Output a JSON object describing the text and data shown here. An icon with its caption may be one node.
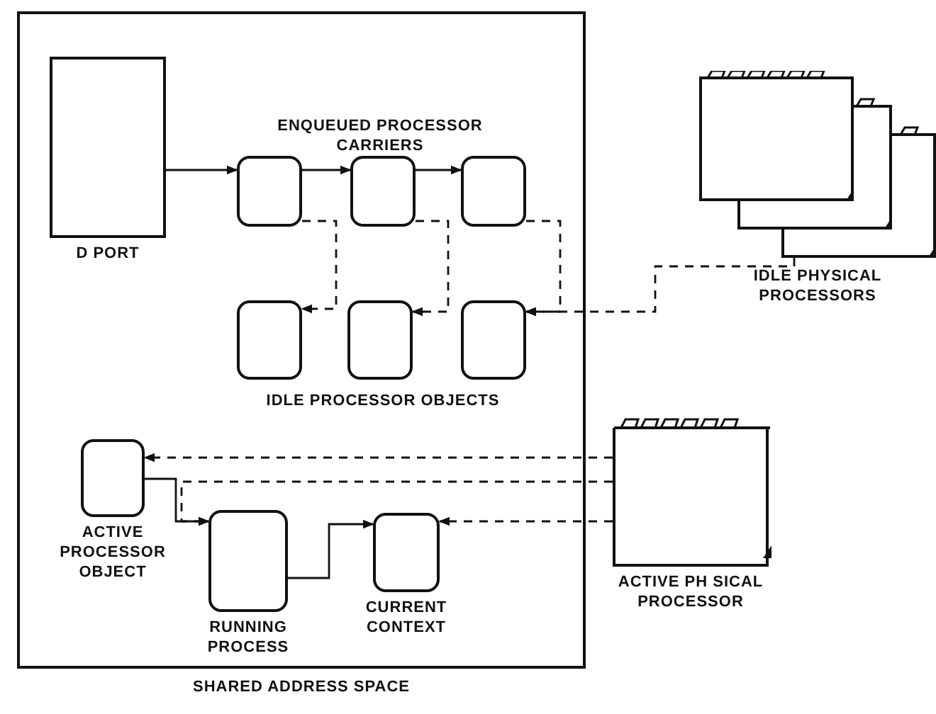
{
  "diagram": {
    "nodes": [
      {
        "text": [
          "SHARED ADDRESS SPACE"
        ]
      },
      {
        "text": [
          "D PORT"
        ],
        "in": 0
      },
      {
        "text": [],
        "shape": "box",
        "in": 0
      },
      {
        "text": [],
        "shape": "box",
        "in": 0
      },
      {
        "text": [],
        "shape": "box",
        "in": 0
      },
      {
        "text": [],
        "shape": "box",
        "in": 0
      },
      {
        "text": [],
        "shape": "box",
        "in": 0
      },
      {
        "text": [],
        "shape": "box",
        "in": 0
      },
      {
        "text": [
          "ACTIVE PROCESSOR OBJECT"
        ],
        "in": 0
      },
      {
        "text": [
          "RUNNING PROCESS"
        ],
        "in": 0
      },
      {
        "text": [
          "CURRENT CONTEXT"
        ],
        "in": 0
      },
      {
        "text": [
          "IDLE PHYSICAL PROCESSORS"
        ]
      },
      {
        "text": [
          "ACTIVE PH SICAL PROCESSOR"
        ]
      }
    ],
    "edges": [
      {
        "from": 1,
        "to": 2,
        "arrow": "to"
      },
      {
        "from": 2,
        "to": 3,
        "arrow": "to"
      },
      {
        "from": 3,
        "to": 4,
        "arrow": "to"
      },
      {
        "from": 2,
        "to": 5,
        "arrow": "to",
        "style": "dashed"
      },
      {
        "from": 3,
        "to": 6,
        "arrow": "to",
        "style": "dashed"
      },
      {
        "from": 4,
        "to": 7,
        "arrow": "to",
        "style": "dashed"
      },
      {
        "from": 11,
        "to": 7,
        "arrow": "to",
        "style": "dashed"
      },
      {
        "from": 12,
        "to": 8,
        "arrow": "to",
        "style": "dashed"
      },
      {
        "from": 12,
        "to": 9,
        "arrow": "to",
        "style": "dashed"
      },
      {
        "from": 8,
        "to": 9,
        "arrow": "to"
      },
      {
        "from": 9,
        "to": 10,
        "arrow": "to"
      },
      {
        "from": 12,
        "to": 10,
        "arrow": "to",
        "style": "dashed"
      }
    ],
    "labels": [
      "ENQUEUED PROCESSOR CARRIERS",
      "IDLE PROCESSOR OBJECTS"
    ]
  }
}
